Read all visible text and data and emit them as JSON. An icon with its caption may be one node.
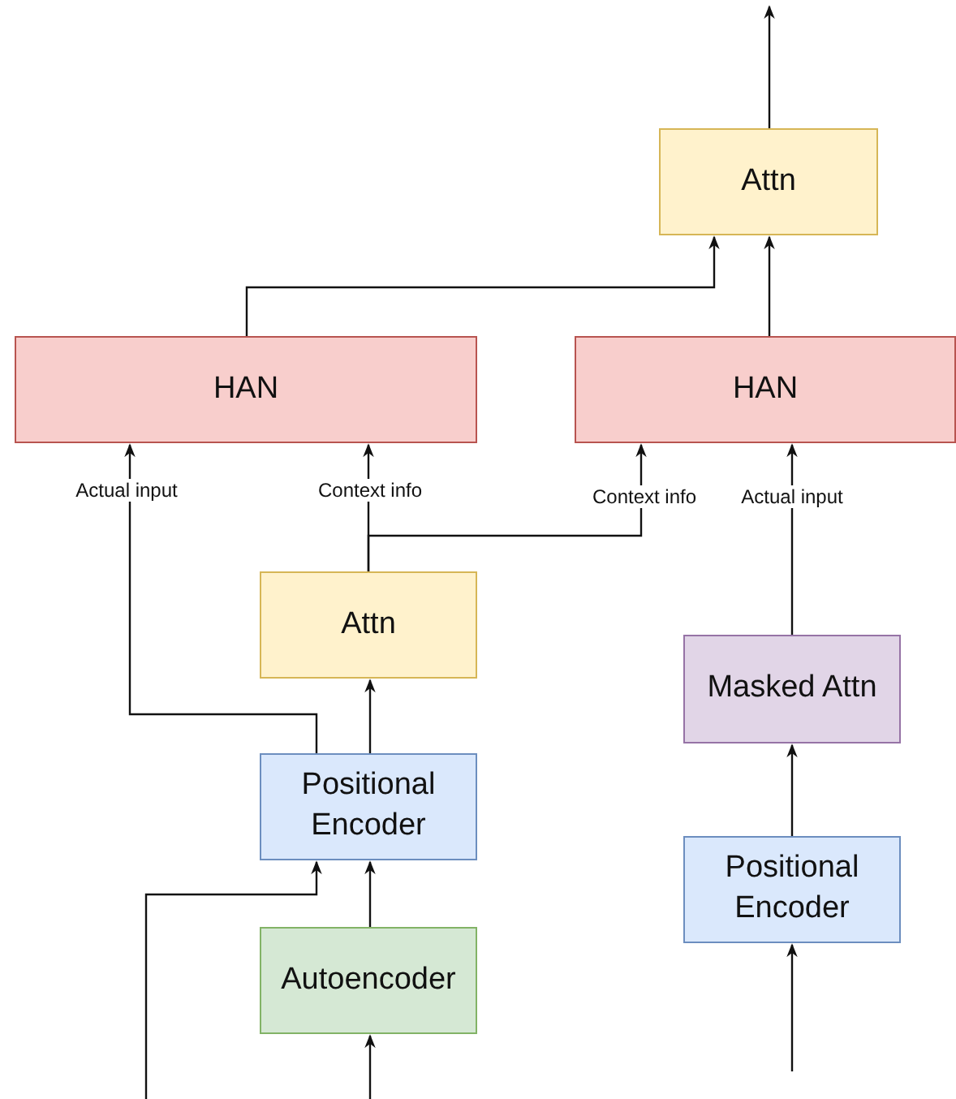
{
  "diagram": {
    "nodes": [
      {
        "text": [
          "Attn"
        ]
      },
      {
        "text": [
          "HAN"
        ]
      },
      {
        "text": [
          "HAN"
        ]
      },
      {
        "text": [
          "Attn"
        ]
      },
      {
        "text": [
          "Masked Attn"
        ]
      },
      {
        "text": [
          "Positional Encoder"
        ]
      },
      {
        "text": [
          "Positional Encoder"
        ]
      },
      {
        "text": [
          "Autoencoder"
        ]
      }
    ],
    "edges": [
      {
        "from": 0,
        "to": null,
        "arrow": "to"
      },
      {
        "from": 1,
        "to": 0,
        "arrow": "to"
      },
      {
        "from": 2,
        "to": 0,
        "arrow": "to"
      },
      {
        "from": 3,
        "to": 1,
        "arrow": "to",
        "label": "Context info"
      },
      {
        "from": 3,
        "to": 2,
        "arrow": "to",
        "label": "Context info"
      },
      {
        "from": 5,
        "to": 1,
        "arrow": "to",
        "label": "Actual input"
      },
      {
        "from": 4,
        "to": 2,
        "arrow": "to",
        "label": "Actual input"
      },
      {
        "from": 5,
        "to": 3,
        "arrow": "to"
      },
      {
        "from": 7,
        "to": 5,
        "arrow": "to"
      },
      {
        "from": null,
        "to": 5,
        "arrow": "to"
      },
      {
        "from": null,
        "to": 7,
        "arrow": "to"
      },
      {
        "from": 6,
        "to": 4,
        "arrow": "to"
      },
      {
        "from": null,
        "to": 6,
        "arrow": "to"
      }
    ]
  }
}
